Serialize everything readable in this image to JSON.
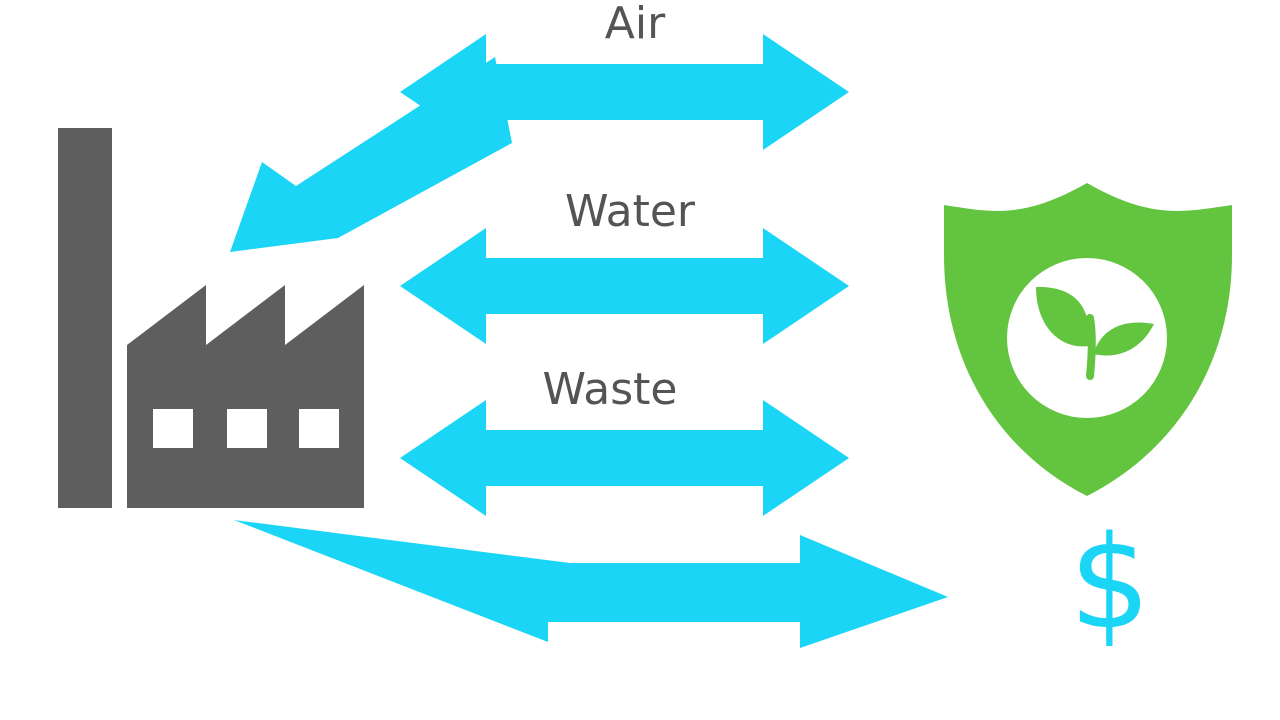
{
  "colors": {
    "arrow": "#1ad5f5",
    "factory": "#5e5e5e",
    "shield": "#63c43f",
    "leaf": "#63c43f",
    "text": "#545454",
    "background": "#ffffff"
  },
  "flows": [
    {
      "label": "Air",
      "direction": "bidirectional"
    },
    {
      "label": "Water",
      "direction": "bidirectional"
    },
    {
      "label": "Waste",
      "direction": "bidirectional"
    }
  ],
  "return_arrow": {
    "direction": "to-factory"
  },
  "cost_arrow": {
    "direction": "to-cost"
  },
  "cost_symbol": "$",
  "icons": {
    "factory": "factory-icon",
    "shield": "eco-shield-icon",
    "leaf": "plant-sprout-icon"
  }
}
